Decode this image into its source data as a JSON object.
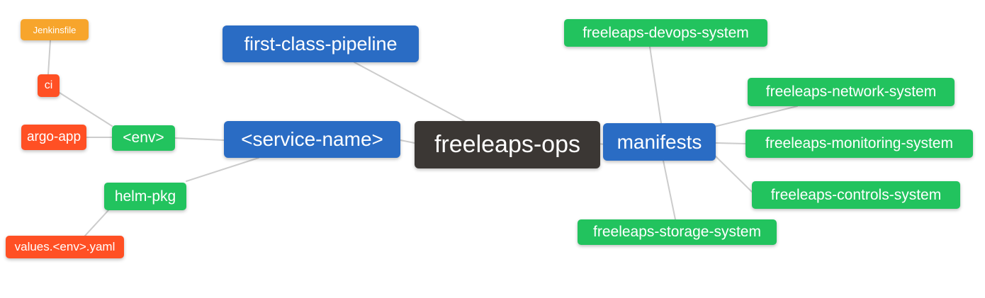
{
  "diagram": {
    "kind": "mindmap",
    "root": "freeleaps-ops",
    "palette": {
      "blue": "#2a6cc4",
      "green": "#22c35e",
      "orange": "#f7a52c",
      "red": "#ff5024",
      "dark": "#3b3734",
      "edge": "#cccccc",
      "background": "#ffffff",
      "text": "#ffffff"
    },
    "nodes": {
      "jenkinsfile": {
        "label": "Jenkinsfile",
        "color": "orange"
      },
      "ci": {
        "label": "ci",
        "color": "red"
      },
      "argo_app": {
        "label": "argo-app",
        "color": "red"
      },
      "env": {
        "label": "<env>",
        "color": "green"
      },
      "helm_pkg": {
        "label": "helm-pkg",
        "color": "green"
      },
      "values_env_yaml": {
        "label": "values.<env>.yaml",
        "color": "red"
      },
      "first_class_pipeline": {
        "label": "first-class-pipeline",
        "color": "blue"
      },
      "service_name": {
        "label": "<service-name>",
        "color": "blue"
      },
      "freeleaps_ops": {
        "label": "freeleaps-ops",
        "color": "dark"
      },
      "manifests": {
        "label": "manifests",
        "color": "blue"
      },
      "devops_system": {
        "label": "freeleaps-devops-system",
        "color": "green"
      },
      "network_system": {
        "label": "freeleaps-network-system",
        "color": "green"
      },
      "monitoring_system": {
        "label": "freeleaps-monitoring-system",
        "color": "green"
      },
      "controls_system": {
        "label": "freeleaps-controls-system",
        "color": "green"
      },
      "storage_system": {
        "label": "freeleaps-storage-system",
        "color": "green"
      }
    },
    "edges": [
      {
        "from": "jenkinsfile",
        "to": "ci"
      },
      {
        "from": "ci",
        "to": "env"
      },
      {
        "from": "argo_app",
        "to": "env"
      },
      {
        "from": "env",
        "to": "service_name"
      },
      {
        "from": "helm_pkg",
        "to": "service_name"
      },
      {
        "from": "values_env_yaml",
        "to": "helm_pkg"
      },
      {
        "from": "first_class_pipeline",
        "to": "freeleaps_ops"
      },
      {
        "from": "service_name",
        "to": "freeleaps_ops"
      },
      {
        "from": "freeleaps_ops",
        "to": "manifests"
      },
      {
        "from": "manifests",
        "to": "devops_system"
      },
      {
        "from": "manifests",
        "to": "network_system"
      },
      {
        "from": "manifests",
        "to": "monitoring_system"
      },
      {
        "from": "manifests",
        "to": "controls_system"
      },
      {
        "from": "manifests",
        "to": "storage_system"
      }
    ]
  }
}
